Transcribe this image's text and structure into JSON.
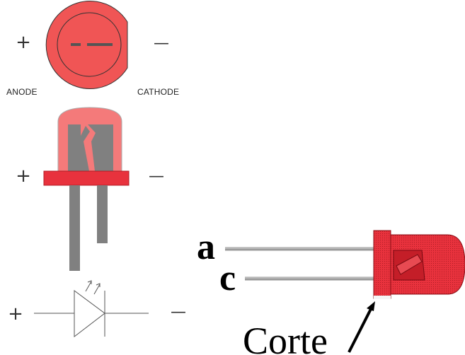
{
  "top_view": {
    "anode_sign": "+",
    "cathode_sign": "—",
    "anode_label": "ANODE",
    "cathode_label": "CATHODE"
  },
  "side_view": {
    "anode_sign": "+",
    "cathode_sign": "—"
  },
  "symbol": {
    "anode_sign": "+",
    "cathode_sign": "—"
  },
  "led_photo": {
    "lead_a_label": "a",
    "lead_c_label": "c",
    "cut_label": "Corte"
  },
  "colors": {
    "led_red": "#f05555",
    "led_red_dark": "#d41f2a",
    "lead_gray": "#808080",
    "outline": "#333333"
  }
}
